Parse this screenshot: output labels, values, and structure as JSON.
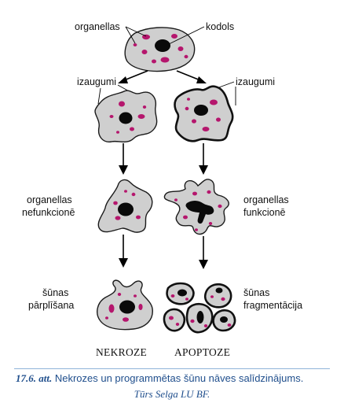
{
  "labels": {
    "organelles_top": "organellas",
    "nucleus": "kodols",
    "outgrowths_left": "izaugumi",
    "outgrowths_right": "izaugumi",
    "organelles_nonfunctional_1": "organellas",
    "organelles_nonfunctional_2": "nefunkcionē",
    "organelles_functional_1": "organellas",
    "organelles_functional_2": "funkcionē",
    "cell_lysis_1": "šūnas",
    "cell_lysis_2": "pārplīšana",
    "cell_fragmentation_1": "šūnas",
    "cell_fragmentation_2": "fragmentācija",
    "necrosis": "NEKROZE",
    "apoptosis": "APOPTOZE"
  },
  "caption": {
    "number": "17.6. att.",
    "text": " Nekrozes un  programmētas šūnu nāves salīdzinājums.",
    "credit": "Tūrs Selga LU BF."
  },
  "colors": {
    "cell_fill": "#cfcfcf",
    "organelle": "#b5166d",
    "nucleus": "#0a0a0a",
    "caption": "#1f4e8c"
  }
}
